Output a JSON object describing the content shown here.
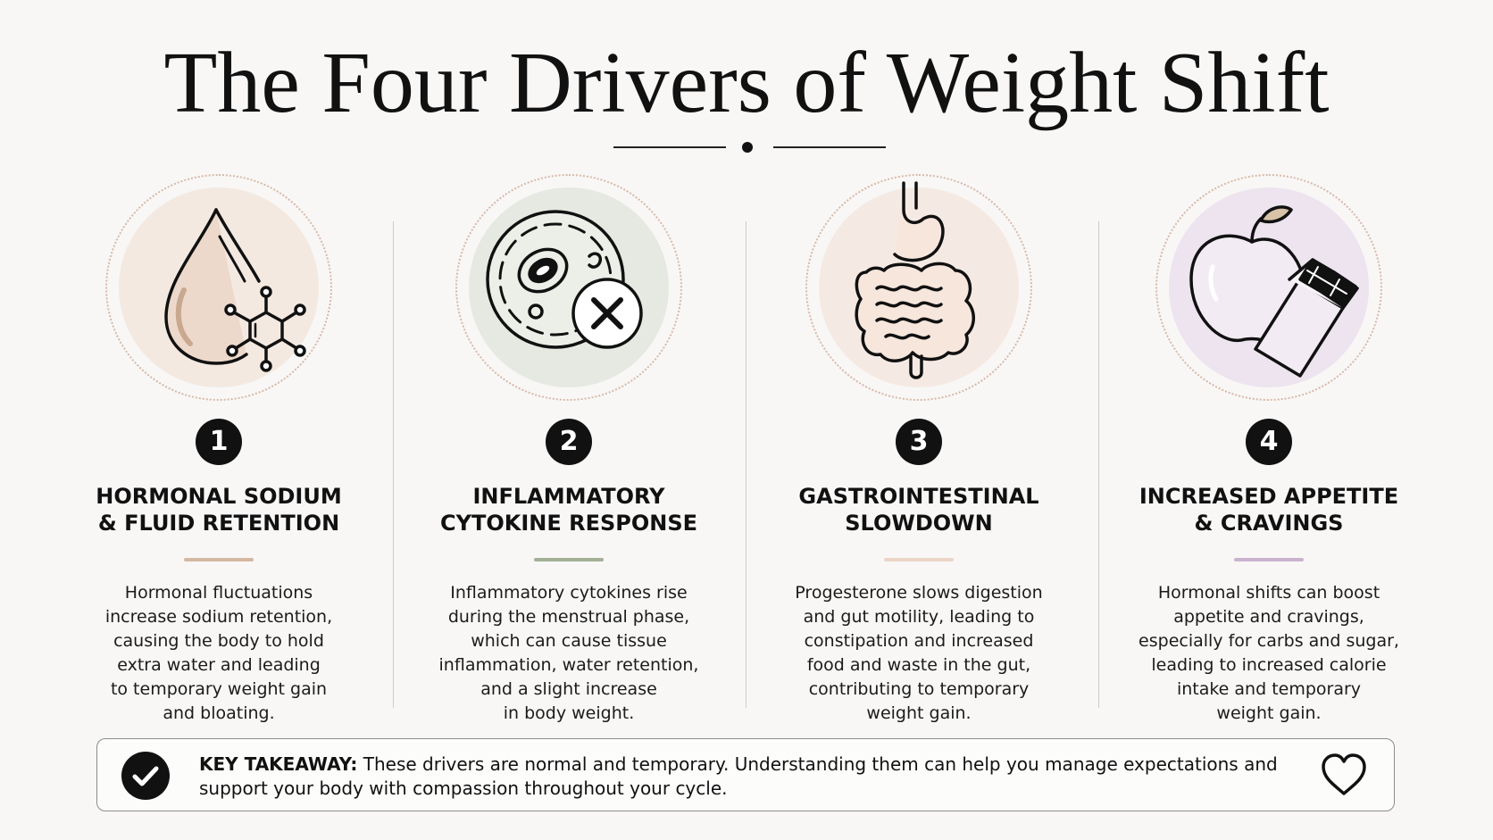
{
  "title": "The Four Drivers of Weight Shift",
  "drivers": [
    {
      "number": "1",
      "heading": "HORMONAL SODIUM\n& FLUID RETENTION",
      "description": "Hormonal fluctuations\nincrease sodium retention,\ncausing the body to hold\nextra water and leading\nto temporary weight gain\nand bloating.",
      "icon": "water-drop-molecule-icon",
      "circle_color": "#f3e9e1",
      "accent_color": "#d4b8a2"
    },
    {
      "number": "2",
      "heading": "INFLAMMATORY\nCYTOKINE RESPONSE",
      "description": "Inflammatory cytokines rise\nduring the menstrual phase,\nwhich can cause tissue\ninflammation, water retention,\nand a slight increase\nin body weight.",
      "icon": "inflamed-cell-icon",
      "circle_color": "#e6e9e1",
      "accent_color": "#a4b096"
    },
    {
      "number": "3",
      "heading": "GASTROINTESTINAL\nSLOWDOWN",
      "description": "Progesterone slows digestion\nand gut motility, leading to\nconstipation and increased\nfood and waste in the gut,\ncontributing to temporary\nweight gain.",
      "icon": "digestive-system-icon",
      "circle_color": "#f5eae3",
      "accent_color": "#ecd5c6"
    },
    {
      "number": "4",
      "heading": "INCREASED APPETITE\n& CRAVINGS",
      "description": "Hormonal shifts can boost\nappetite and cravings,\nespecially for carbs and sugar,\nleading to increased calorie\nintake and temporary\nweight gain.",
      "icon": "apple-chocolate-icon",
      "circle_color": "#ede4ef",
      "accent_color": "#cbb3cf"
    }
  ],
  "takeaway": {
    "label": "KEY TAKEAWAY:",
    "text": " These drivers are normal and temporary. Understanding them can help you manage expectations and support your body with compassion throughout your cycle.",
    "icons": [
      "check-circle-icon",
      "heart-icon"
    ]
  }
}
